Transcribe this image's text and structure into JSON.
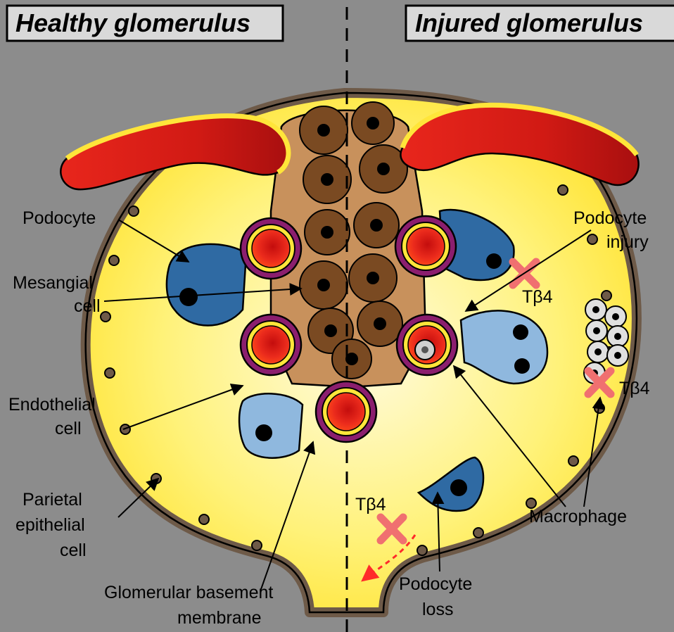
{
  "headers": {
    "healthy": "Healthy glomerulus",
    "injured": "Injured glomerulus"
  },
  "labels": {
    "podocyte": "Podocyte",
    "mesangial_1": "Mesangial",
    "mesangial_2": "cell",
    "endothelial_1": "Endothelial",
    "endothelial_2": "cell",
    "parietal_1": "Parietal",
    "parietal_2": "epithelial",
    "parietal_3": "cell",
    "gbm_1": "Glomerular basement",
    "gbm_2": "membrane",
    "podocyte_injury_1": "Podocyte",
    "podocyte_injury_2": "injury",
    "tb4_a": "Tβ4",
    "tb4_b": "Tβ4",
    "tb4_c": "Tβ4",
    "macrophage": "Macrophage",
    "podocyte_loss_1": "Podocyte",
    "podocyte_loss_2": "loss"
  },
  "colors": {
    "background": "#8c8c8c",
    "header_box": "#d9d9d9",
    "capsule_fill": "#fff06a",
    "capsule_wall": "#6e5a48",
    "mesangium": "#c8915c",
    "mesangial_cell": "#7a4a22",
    "capillary_red": "#e8261c",
    "gbm_purple": "#8b1e6e",
    "podocyte_dark": "#2f6aa3",
    "podocyte_light": "#8fb8de",
    "inhibit_cross": "#f07070",
    "arrow_red": "#ff2a2a"
  },
  "icons": {
    "inhibit": "x-mark-icon",
    "cell_nucleus": "nucleus-icon"
  }
}
